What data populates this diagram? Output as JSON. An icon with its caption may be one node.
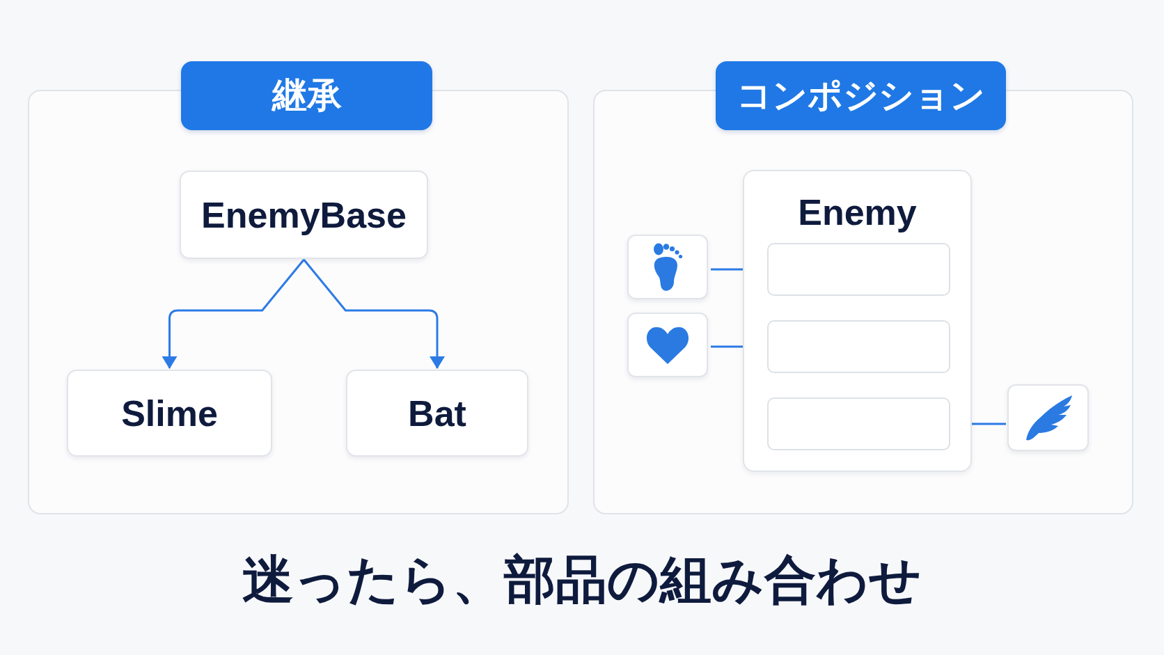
{
  "diagram": {
    "caption": "迷ったら、部品の組み合わせ",
    "nodes": [
      {
        "text": [
          "継承"
        ]
      },
      {
        "text": [
          "EnemyBase"
        ],
        "in": 0
      },
      {
        "text": [
          "Slime"
        ],
        "in": 0
      },
      {
        "text": [
          "Bat"
        ],
        "in": 0
      },
      {
        "text": [
          "コンポジション"
        ]
      },
      {
        "text": [
          "Enemy"
        ],
        "in": 4
      },
      {
        "text": [],
        "shape": "box",
        "in": 5
      },
      {
        "text": [],
        "shape": "box",
        "in": 5
      },
      {
        "text": [],
        "shape": "box",
        "in": 5
      },
      {
        "text": [],
        "shape": "box",
        "in": 4
      },
      {
        "text": [],
        "shape": "box",
        "in": 4
      },
      {
        "text": [],
        "shape": "box",
        "in": 4
      }
    ],
    "edges": [
      {
        "from": 1,
        "to": 2,
        "arrow": "to"
      },
      {
        "from": 1,
        "to": 3,
        "arrow": "to"
      },
      {
        "from": 9,
        "to": 6,
        "arrow": "to"
      },
      {
        "from": 10,
        "to": 7,
        "arrow": "to"
      },
      {
        "from": 11,
        "to": 8,
        "arrow": "to"
      }
    ]
  }
}
